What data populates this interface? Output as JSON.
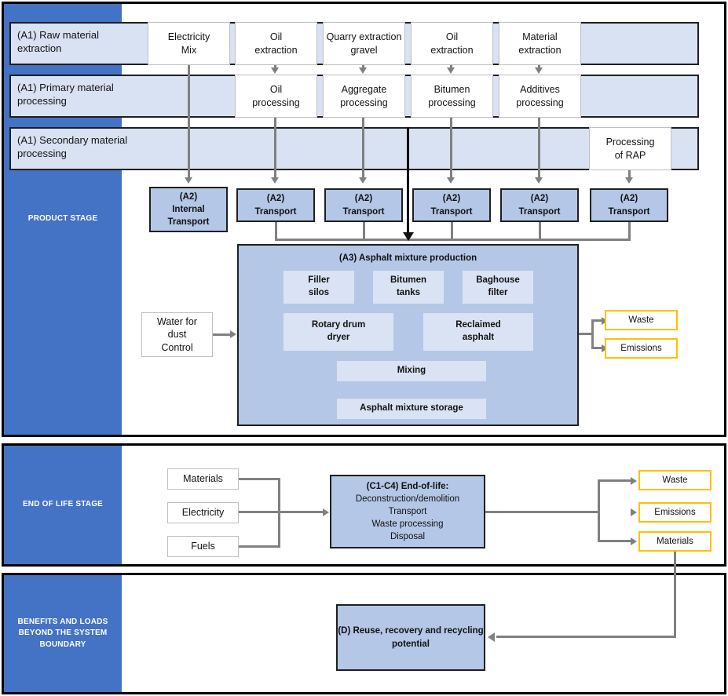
{
  "stages": [
    {
      "id": "product-stage",
      "label": "PRODUCT STAGE"
    },
    {
      "id": "end-of-life-stage",
      "label": "END OF LIFE STAGE"
    },
    {
      "id": "benefits-stage",
      "label": "BENEFITS AND LOADS BEYOND THE SYSTEM BOUNDARY"
    }
  ],
  "bands": [
    {
      "id": "a1-raw",
      "line1": "(A1) Raw material",
      "line2": "extraction"
    },
    {
      "id": "a1-primary",
      "line1": "(A1) Primary material",
      "line2": "processing"
    },
    {
      "id": "a1-secondary",
      "line1": "(A1) Secondary material",
      "line2": "processing"
    }
  ],
  "extraction_boxes": [
    {
      "id": "electricity-mix",
      "line1": "Electricity",
      "line2": "Mix"
    },
    {
      "id": "oil-extraction-1",
      "line1": "Oil",
      "line2": "extraction"
    },
    {
      "id": "quarry-extraction",
      "line1": "Quarry extraction",
      "line2": "gravel"
    },
    {
      "id": "oil-extraction-2",
      "line1": "Oil",
      "line2": "extraction"
    },
    {
      "id": "material-extraction",
      "line1": "Material",
      "line2": "extraction"
    }
  ],
  "processing_boxes": [
    {
      "id": "oil-processing",
      "line1": "Oil",
      "line2": "processing"
    },
    {
      "id": "aggregate-processing",
      "line1": "Aggregate",
      "line2": "processing"
    },
    {
      "id": "bitumen-processing",
      "line1": "Bitumen",
      "line2": "processing"
    },
    {
      "id": "additives-processing",
      "line1": "Additives",
      "line2": "processing"
    }
  ],
  "rap_box": {
    "id": "processing-of-rap",
    "line1": "Processing",
    "line2": "of RAP"
  },
  "transport_boxes": [
    {
      "id": "a2-internal-transport",
      "line1": "(A2)",
      "line2": "Internal",
      "line3": "Transport"
    },
    {
      "id": "a2-transport-1",
      "line1": "(A2)",
      "line2": "Transport",
      "line3": ""
    },
    {
      "id": "a2-transport-2",
      "line1": "(A2)",
      "line2": "Transport",
      "line3": ""
    },
    {
      "id": "a2-transport-3",
      "line1": "(A2)",
      "line2": "Transport",
      "line3": ""
    },
    {
      "id": "a2-transport-4",
      "line1": "(A2)",
      "line2": "Transport",
      "line3": ""
    },
    {
      "id": "a2-transport-5",
      "line1": "(A2)",
      "line2": "Transport",
      "line3": ""
    }
  ],
  "a3": {
    "title": "(A3) Asphalt mixture production",
    "subboxes": [
      {
        "id": "filler-silos",
        "line1": "Filler",
        "line2": "silos"
      },
      {
        "id": "bitumen-tanks",
        "line1": "Bitumen",
        "line2": "tanks"
      },
      {
        "id": "baghouse-filter",
        "line1": "Baghouse",
        "line2": "filter"
      },
      {
        "id": "rotary-drum-dryer",
        "line1": "Rotary drum",
        "line2": "dryer"
      },
      {
        "id": "reclaimed-asphalt",
        "line1": "Reclaimed",
        "line2": "asphalt"
      },
      {
        "id": "mixing",
        "line1": "Mixing",
        "line2": ""
      },
      {
        "id": "asphalt-mixture-storage",
        "line1": "Asphalt mixture storage",
        "line2": ""
      }
    ]
  },
  "water_box": {
    "id": "water-for-dust-control",
    "line1": "Water for",
    "line2": "dust",
    "line3": "Control"
  },
  "product_outputs": [
    {
      "id": "product-waste",
      "label": "Waste"
    },
    {
      "id": "product-emissions",
      "label": "Emissions"
    }
  ],
  "eol_inputs": [
    {
      "id": "eol-materials",
      "label": "Materials"
    },
    {
      "id": "eol-electricity",
      "label": "Electricity"
    },
    {
      "id": "eol-fuels",
      "label": "Fuels"
    }
  ],
  "eol_box": {
    "id": "c1-c4-end-of-life",
    "title": "(C1-C4) End-of-life:",
    "lines": [
      "Deconstruction/demolition",
      "Transport",
      "Waste processing",
      "Disposal"
    ]
  },
  "eol_outputs": [
    {
      "id": "eol-waste",
      "label": "Waste"
    },
    {
      "id": "eol-emissions",
      "label": "Emissions"
    },
    {
      "id": "eol-materials-out",
      "label": "Materials"
    }
  ],
  "module_d": {
    "id": "module-d-reuse-recovery",
    "line1": "(D) Reuse, recovery and recycling",
    "line2": "potential"
  },
  "colors": {
    "stage_blue": "#4472C4",
    "band_fill": "#D9E2F3",
    "box_blue": "#B4C7E7",
    "subbox_blue": "#DAE3F3",
    "accent_yellow": "#FFC000",
    "connector_gray": "#808080",
    "outline_dark": "#1F1F1F"
  }
}
